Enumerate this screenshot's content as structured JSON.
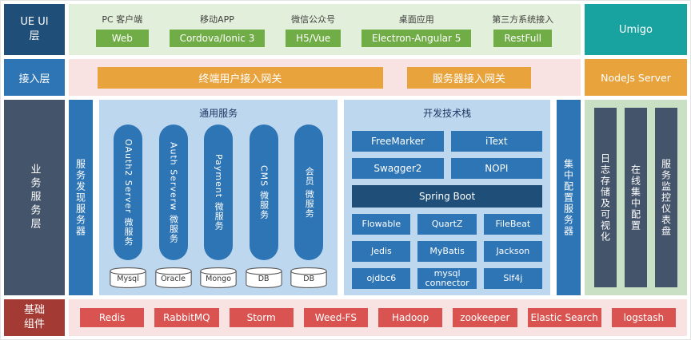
{
  "layers": {
    "ui": {
      "label": "UE UI层",
      "groups": [
        {
          "caption": "PC 客户端",
          "button": "Web"
        },
        {
          "caption": "移动APP",
          "button": "Cordova/Ionic 3"
        },
        {
          "caption": "微信公众号",
          "button": "H5/Vue"
        },
        {
          "caption": "桌面应用",
          "button": "Electron-Angular 5"
        },
        {
          "caption": "第三方系统接入",
          "button": "RestFull"
        }
      ]
    },
    "access": {
      "label": "接入层",
      "gateways": [
        "终端用户接入网关",
        "服务器接入网关"
      ]
    },
    "business": {
      "label": "业务服务层",
      "discovery": "服务发现服务器",
      "common": {
        "title": "通用服务",
        "services": [
          "OAuth2 Server 微服务",
          "Auth Serverw 微服务",
          "Payment 微服务",
          "CMS 微服务",
          "会员 微服务"
        ],
        "databases": [
          "Mysql",
          "Oracle",
          "Mongo",
          "DB",
          "DB"
        ]
      },
      "tech": {
        "title": "开发技术栈",
        "row1": [
          "FreeMarker",
          "iText"
        ],
        "row2": [
          "Swagger2",
          "NOPI"
        ],
        "wide": "Spring Boot",
        "row3": [
          "Flowable",
          "QuartZ",
          "FileBeat"
        ],
        "row4": [
          "Jedis",
          "MyBatis",
          "Jackson"
        ],
        "row5": [
          "ojdbc6",
          "mysql connector",
          "Slf4j"
        ]
      },
      "config": "集中配置服务器"
    },
    "base": {
      "label": "基础组件",
      "components": [
        "Redis",
        "RabbitMQ",
        "Storm",
        "Weed-FS",
        "Hadoop",
        "zookeeper",
        "Elastic Search",
        "logstash"
      ]
    }
  },
  "side": {
    "umigo": "Umigo",
    "nodejs": "NodeJs Server",
    "ops_panels": [
      "日志存储及可视化",
      "在线集中配置",
      "服务监控仪表盘"
    ]
  },
  "colors": {
    "ui_label": "#1F4E79",
    "access_label": "#2E75B6",
    "business_label": "#44546A",
    "base_label": "#A33B34",
    "green_button": "#70AD47",
    "green_panel": "#E2EFDA",
    "orange": "#E8A33D",
    "pink_panel": "#F9E3E2",
    "blue": "#2E75B6",
    "blue_panel": "#BDD7EE",
    "dark_blue": "#1F4E79",
    "red_button": "#D95451",
    "teal": "#18A3A0",
    "slate": "#44546A",
    "side_green_panel": "#C9E0C5"
  }
}
